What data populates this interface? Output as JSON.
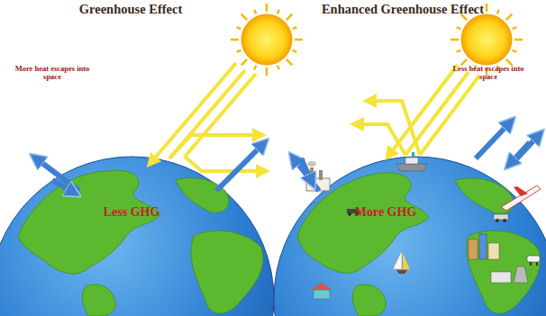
{
  "diagram": {
    "labels": [
      "Greenhouse Effect",
      "Enhanced Greenhouse Effect",
      "More heat escapes into space",
      "Less GHG",
      "Less heat escapes into space",
      "More GHG"
    ]
  }
}
